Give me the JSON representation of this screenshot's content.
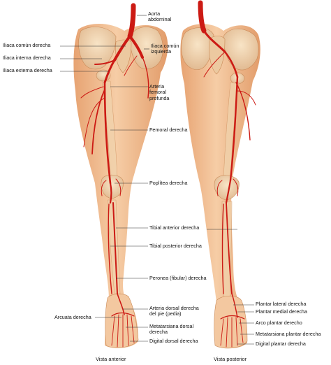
{
  "labels": {
    "aorta": "Aorta\nabdominal",
    "iliaca_comun_izquierda": "Iliaca común\nizquierda",
    "iliaca_comun_derecha": "Iliaca común derecha",
    "iliaca_interna_derecha": "Iliaca interna derecha",
    "iliaca_externa_derecha": "Iliaca externa derecha",
    "femoral_profunda": "Arteria\nfemoral\nprofunda",
    "femoral_derecha": "Femoral derecha",
    "poplitea_derecha": "Poplítea derecha",
    "tibial_anterior_derecha": "Tibial anterior derecha",
    "tibial_posterior_derecha": "Tibial posterior derecha",
    "peronea_derecha": "Peronea (fibular) derecha",
    "dorsal_pie": "Arteria dorsal derecha\ndel pie (pedia)",
    "arcuata_derecha": "Arcuata derecha",
    "metatarsiana_dorsal": "Metatarsiana dorsal\nderecha",
    "digital_dorsal": "Digital dorsal derecha",
    "plantar_lateral": "Plantar lateral derecha",
    "plantar_medial": "Plantar medial derecha",
    "arco_plantar": "Arco plantar derecho",
    "metatarsiana_plantar": "Metatarsiana plantar derecha",
    "digital_plantar": "Digital plantar derecha"
  },
  "captions": {
    "anterior": "Vista anterior",
    "posterior": "Vista posterior"
  },
  "colors": {
    "skin": "#f3c49c",
    "skin_shade": "#e09a68",
    "bone": "#f2d7b2",
    "artery": "#cc1a14",
    "aorta": "#d21e17",
    "leader_line": "#333333"
  }
}
